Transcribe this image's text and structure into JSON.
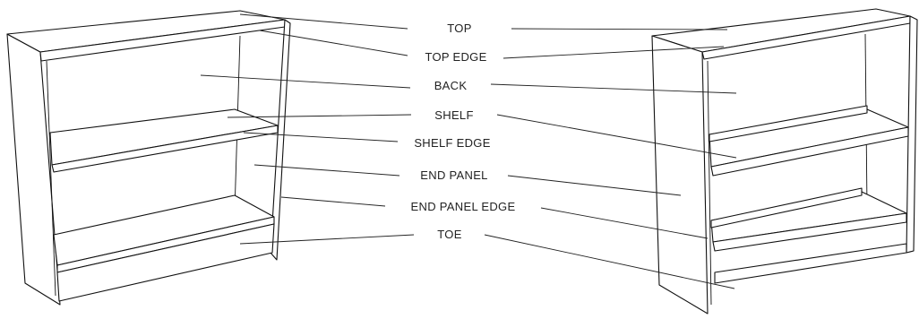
{
  "labels": {
    "top": "TOP",
    "top_edge": "TOP EDGE",
    "back": "BACK",
    "shelf": "SHELF",
    "shelf_edge": "SHELF EDGE",
    "end_panel": "END PANEL",
    "end_panel_edge": "END PANEL EDGE",
    "toe": "TOE"
  }
}
